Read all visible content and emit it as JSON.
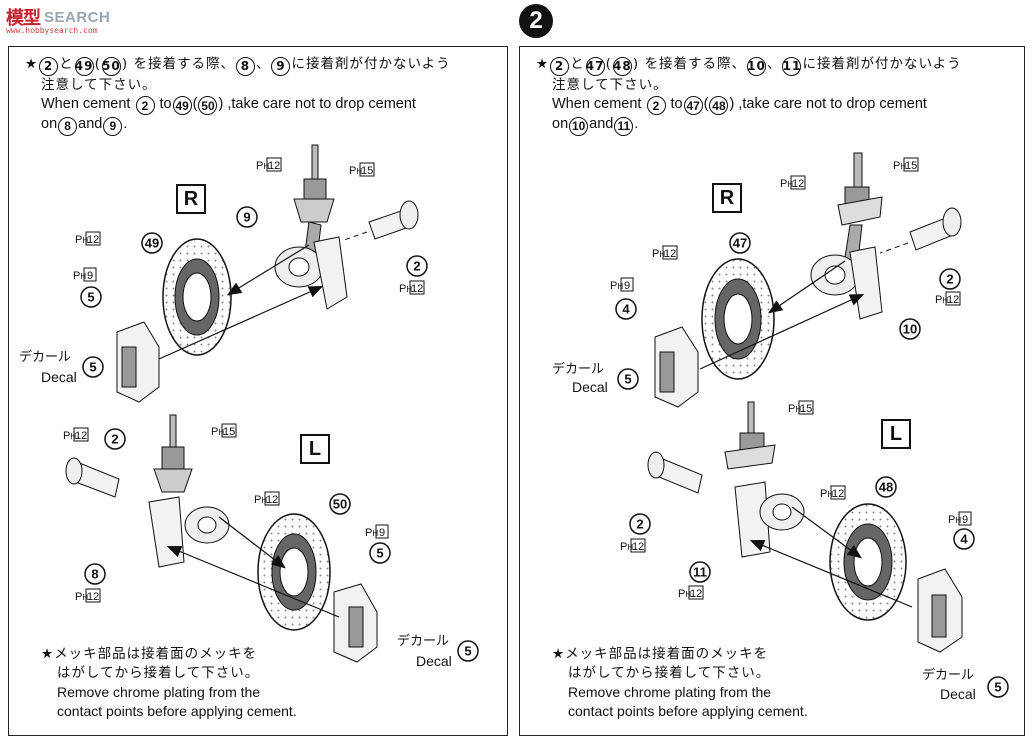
{
  "watermark": {
    "mark": "模型",
    "text": "SEARCH",
    "sub": "www.hobbysearch.com"
  },
  "step_number": "2",
  "left": {
    "star": "★",
    "note_jp_a": "と",
    "note_jp_b": "を接着する際、",
    "note_jp_c": "、",
    "note_jp_d": "に接着剤が付かないよう",
    "note_jp_2": "注意して下さい。",
    "note_en_a": "When cement",
    "note_en_b": "to",
    "note_en_c": ",take care not to drop cement",
    "note_en_d": "on",
    "note_en_e": "and",
    "note_en_f": ".",
    "n2": "2",
    "n49": "49",
    "n50": "50",
    "n8": "8",
    "n9": "9",
    "bottom_jp_1": "★メッキ部品は接着面のメッキを",
    "bottom_jp_2": "はがしてから接着して下さい。",
    "bottom_en_1": "Remove chrome plating from the",
    "bottom_en_2": "contact points before applying cement."
  },
  "right": {
    "star": "★",
    "note_jp_a": "と",
    "note_jp_b": "を接着する際、",
    "note_jp_c": "、",
    "note_jp_d": "に接着剤が付かないよう",
    "note_jp_2": "注意して下さい。",
    "note_en_a": "When cement",
    "note_en_b": "to",
    "note_en_c": ",take care not to drop cement",
    "note_en_d": "on",
    "note_en_e": "and",
    "note_en_f": ".",
    "n2": "2",
    "n47": "47",
    "n48": "48",
    "n10": "10",
    "n11": "11",
    "bottom_jp_1": "★メッキ部品は接着面のメッキを",
    "bottom_jp_2": "はがしてから接着して下さい。",
    "bottom_en_1": "Remove chrome plating from the",
    "bottom_en_2": "contact points before applying cement."
  },
  "labels": {
    "R": "R",
    "L": "L",
    "decal_jp": "デカール",
    "decal_en": "Decal",
    "ph": "P",
    "ph_sub": "H",
    "ph12": "12",
    "ph15": "15",
    "ph9": "9",
    "p2": "2",
    "p4": "4",
    "p5": "5",
    "p8": "8",
    "p9": "9",
    "p10": "10",
    "p11": "11",
    "p47": "47",
    "p48": "48",
    "p49": "49",
    "p50": "50"
  }
}
